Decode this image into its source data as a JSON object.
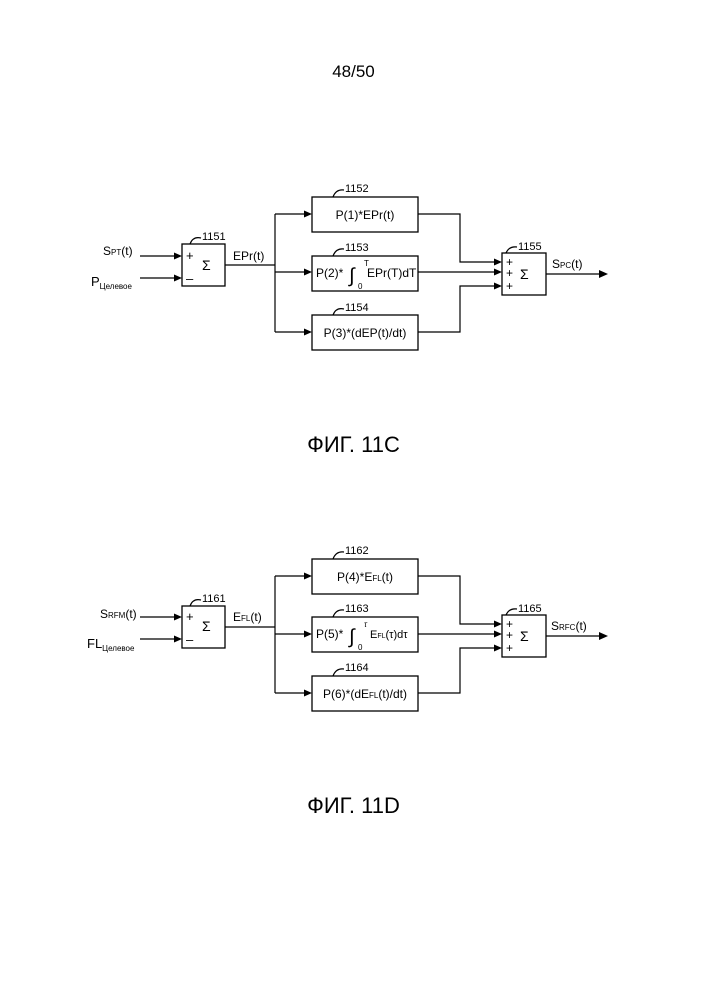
{
  "page_number": "48/50",
  "fig_c": {
    "caption": "ФИГ. 11С",
    "input_signal": {
      "main": "S",
      "sub": "PT",
      "tail": "(t)"
    },
    "target_input": {
      "main": "P",
      "sub": "Целевое"
    },
    "sum_ref": "1151",
    "sum_symbol": "Σ",
    "sum_signs": [
      "+",
      "–"
    ],
    "error_label": {
      "main": "EPr",
      "tail": "(t)"
    },
    "blocks": [
      {
        "ref": "1152",
        "label": "P(1)*EPr(t)"
      },
      {
        "ref": "1153",
        "label_pre": "P(2)*",
        "int_upper": "T",
        "int_lower": "0",
        "label_post": "EPr(T)dT"
      },
      {
        "ref": "1154",
        "label": "P(3)*(dEP(t)/dt)"
      }
    ],
    "out_sum_ref": "1155",
    "out_sum_signs": [
      "+",
      "+",
      "+"
    ],
    "output_signal": {
      "main": "S",
      "sub": "PC",
      "tail": "(t)"
    }
  },
  "fig_d": {
    "caption": "ФИГ. 11D",
    "input_signal": {
      "main": "S",
      "sub": "RFM",
      "tail": "(t)"
    },
    "target_input": {
      "main": "FL",
      "sub": "Целевое"
    },
    "sum_ref": "1161",
    "sum_symbol": "Σ",
    "sum_signs": [
      "+",
      "–"
    ],
    "error_label": {
      "main": "E",
      "sub": "FL",
      "tail": "(t)"
    },
    "blocks": [
      {
        "ref": "1162",
        "pre": "P(4)*E",
        "sub": "FL",
        "post": "(t)"
      },
      {
        "ref": "1163",
        "pre": "P(5)*",
        "int_upper": "τ",
        "int_lower": "0",
        "e": "E",
        "sub": "FL",
        "post": "(τ)dτ"
      },
      {
        "ref": "1164",
        "pre": "P(6)*(dE",
        "sub": "FL",
        "post": "(t)/dt)"
      }
    ],
    "out_sum_ref": "1165",
    "out_sum_signs": [
      "+",
      "+",
      "+"
    ],
    "output_signal": {
      "main": "S",
      "sub": "RFC",
      "tail": "(t)"
    }
  }
}
